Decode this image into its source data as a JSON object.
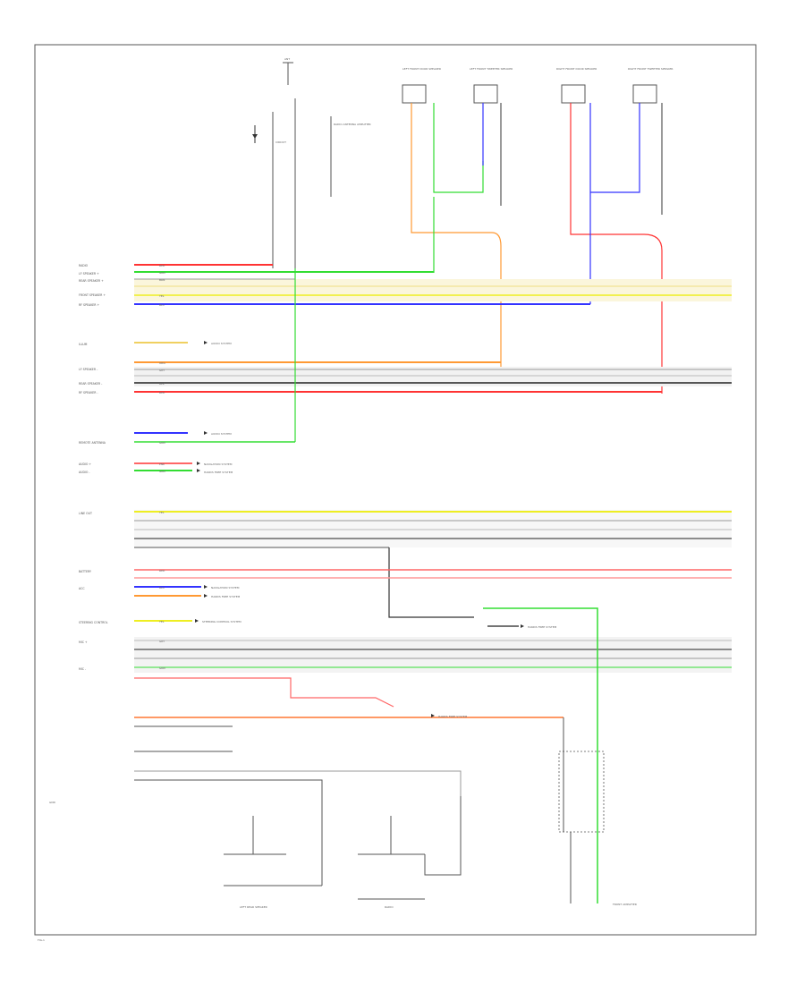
{
  "page": {
    "figure_number": "FIG-1",
    "ground_label": "GND"
  },
  "components": {
    "antenna_label": "ANT",
    "lf_door_speaker": "LEFT FRONT DOOR SPEAKER",
    "lf_tweeter": "LEFT FRONT TWEETER SPEAKER",
    "rf_door_speaker": "RIGHT FRONT DOOR SPEAKER",
    "rf_tweeter": "RIGHT FRONT TWEETER SPEAKER",
    "antenna_amp_note": "RADIO ANTENNA AMPLIFIER",
    "left_rear_speaker": "LEFT REAR SPEAKER",
    "radio_unit": "RADIO",
    "vent_amp": "FRONT AMPLIFIER"
  },
  "wire_colors": {
    "red": "#ff3333",
    "green": "#33dd33",
    "orange": "#ff9933",
    "blue": "#3333ff",
    "yellow": "#eeee22",
    "gray": "#999999",
    "black": "#222222",
    "pink": "#ff6666",
    "light_yellow": "#f3e6a0"
  },
  "pins": [
    {
      "label": "RADIO",
      "wire": "RED"
    },
    {
      "label": "LF SPEAKER +",
      "wire": "GRN"
    },
    {
      "label": "REAR SPEAKER +",
      "wire": "BRN"
    },
    {
      "label": "FRONT SPEAKER +",
      "wire": "YEL"
    },
    {
      "label": "RF SPEAKER +",
      "wire": "BLU"
    },
    {
      "label": "ILLUM",
      "wire": "ORG"
    },
    {
      "label": "LF SPEAKER -",
      "wire": "GRY"
    },
    {
      "label": "REAR SPEAKER -",
      "wire": "BLK"
    },
    {
      "label": "RF SPEAKER -",
      "wire": "RED"
    },
    {
      "label": "REMOTE ANTENNA",
      "wire": "GRN"
    },
    {
      "label": "AUDIO +",
      "wire": "PNK"
    },
    {
      "label": "AUDIO -",
      "wire": "GRN"
    },
    {
      "label": "LINE OUT",
      "wire": "YEL"
    },
    {
      "label": "BATTERY",
      "wire": "RED"
    },
    {
      "label": "ACC",
      "wire": "BLU"
    },
    {
      "label": "STEERING CONTROL",
      "wire": "YEL"
    },
    {
      "label": "MIC +",
      "wire": "GRY"
    },
    {
      "label": "MIC -",
      "wire": "GRN"
    }
  ],
  "notes": {
    "audio_system": "AUDIO SYSTEM",
    "navigation": "NAVIGATION SYSTEM",
    "steering": "STEERING CONTROL SYSTEM",
    "hands_free": "HANDS FREE SYSTEM"
  }
}
